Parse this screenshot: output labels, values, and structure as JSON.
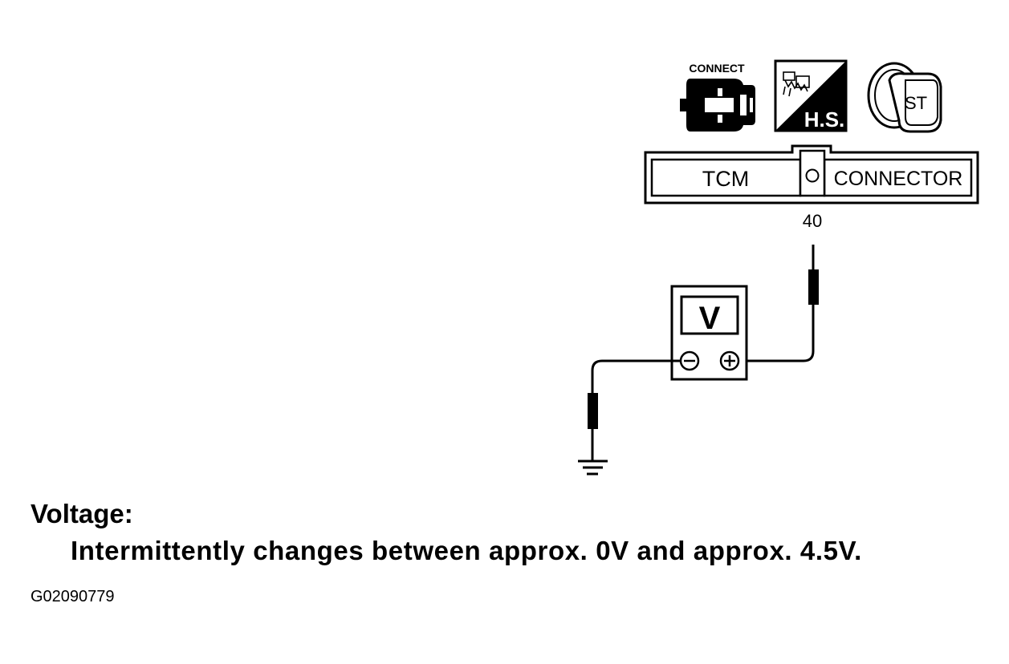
{
  "icons": {
    "connect_label": "CONNECT",
    "hs_label": "H.S.",
    "key_label": "ST",
    "connect": "connect-icon",
    "hot_soak": "hot-soak-icon",
    "ignition": "ignition-key-icon"
  },
  "connector": {
    "left_label": "TCM",
    "right_label": "CONNECTOR",
    "terminal": "40"
  },
  "meter": {
    "label": "V"
  },
  "caption": {
    "title": "Voltage:",
    "text": "Intermittently changes between approx. 0V and approx. 4.5V."
  },
  "figure_id": "G02090779",
  "colors": {
    "ink": "#000000",
    "paper": "#ffffff"
  }
}
